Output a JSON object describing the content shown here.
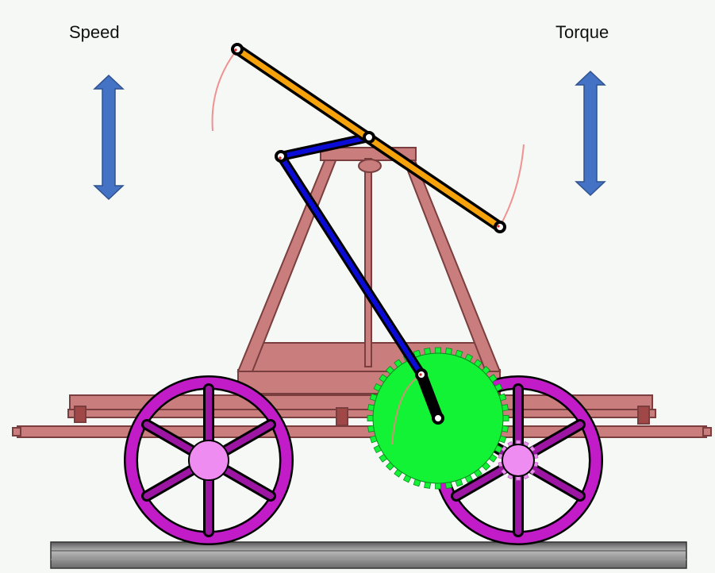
{
  "labels": {
    "speed": "Speed",
    "torque": "Torque"
  },
  "colors": {
    "background": "#f6f8f6",
    "frame": "#c97d7d",
    "frame_outline": "#7a3e3e",
    "wheel": "#c21bc8",
    "wheel_spoke": "#9c16a3",
    "wheel_hub": "#ef8cf2",
    "gear": "#11f334",
    "lever": "#f6a20b",
    "connecting_rod": "#0b0bd6",
    "crank": "#000000",
    "arrow": "#4472c4",
    "trace": "#f08080",
    "rail": "#8a8a8a"
  },
  "icons": {
    "speed_indicator": "double-headed-vertical-arrow",
    "torque_indicator": "double-headed-vertical-arrow"
  }
}
